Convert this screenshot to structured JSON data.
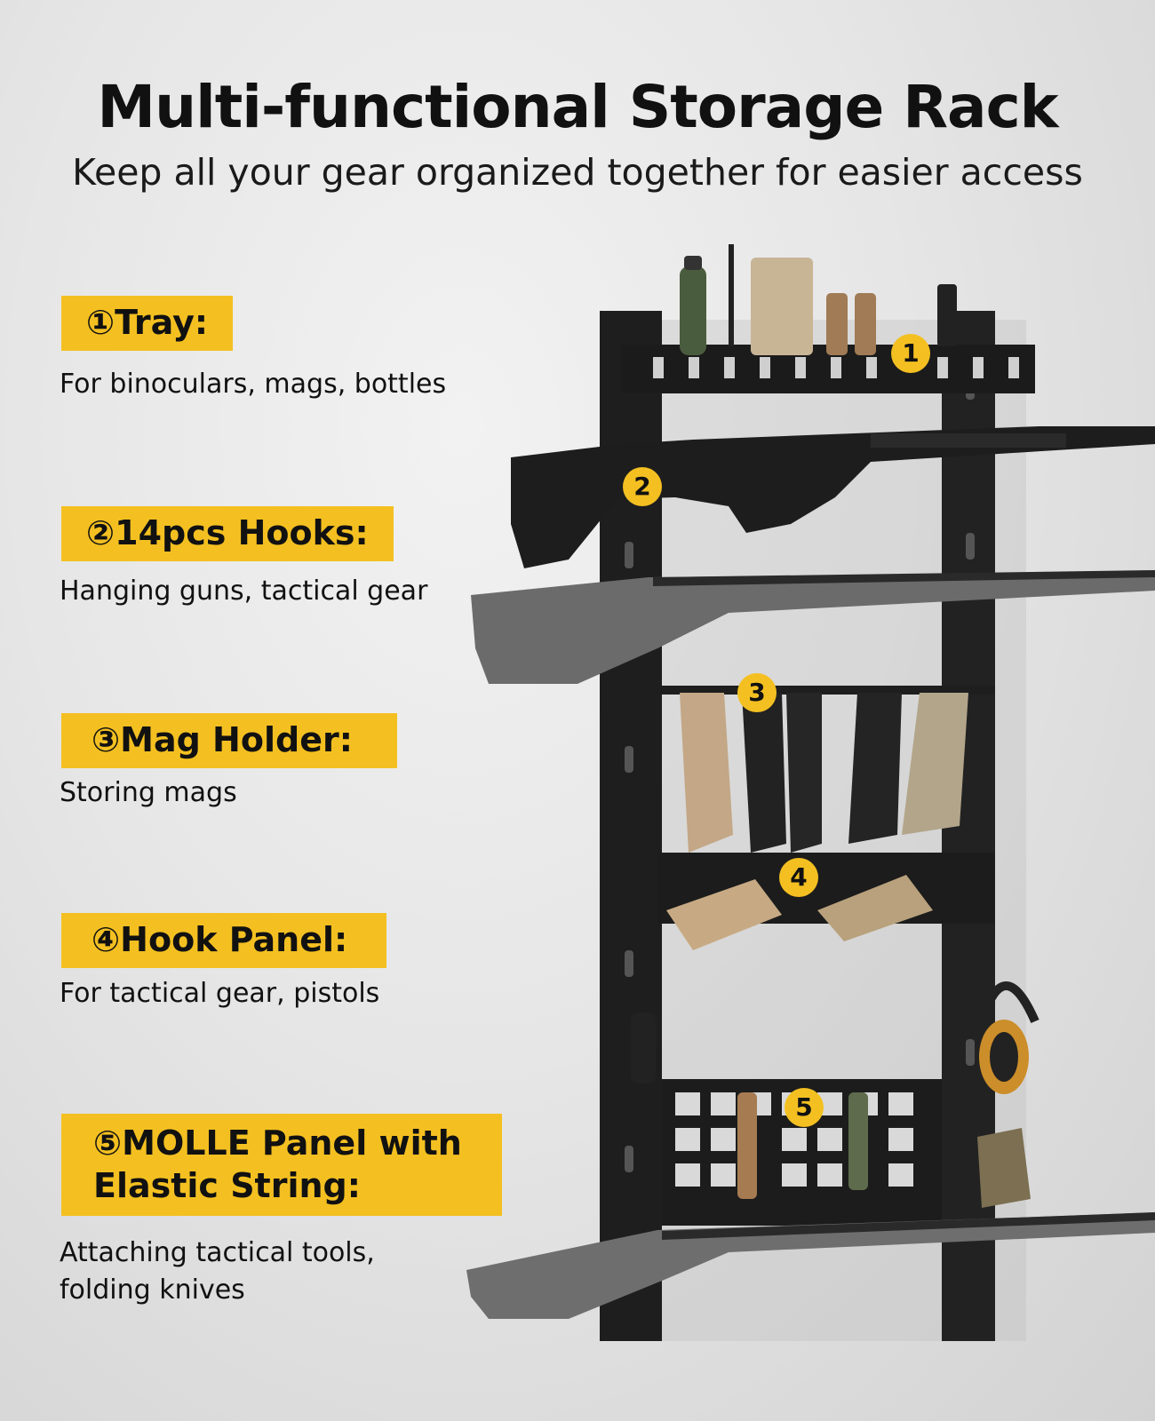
{
  "header": {
    "title": "Multi-functional Storage Rack",
    "subtitle": "Keep all your gear organized together for easier access"
  },
  "features": [
    {
      "label": "①Tray:",
      "description": "For binoculars, mags, bottles",
      "marker": "1"
    },
    {
      "label": "②14pcs Hooks:",
      "description": "Hanging guns, tactical gear",
      "marker": "2"
    },
    {
      "label": "③Mag Holder:",
      "description": "Storing mags",
      "marker": "3"
    },
    {
      "label": "④Hook Panel:",
      "description": "For tactical gear, pistols",
      "marker": "4"
    },
    {
      "label_line1": "⑤MOLLE Panel with",
      "label_line2": "Elastic String:",
      "description_line1": "Attaching tactical tools,",
      "description_line2": "folding knives",
      "marker": "5"
    }
  ],
  "colors": {
    "accent": "#f4c021",
    "rack": "#1e1e1e",
    "text": "#111111"
  }
}
